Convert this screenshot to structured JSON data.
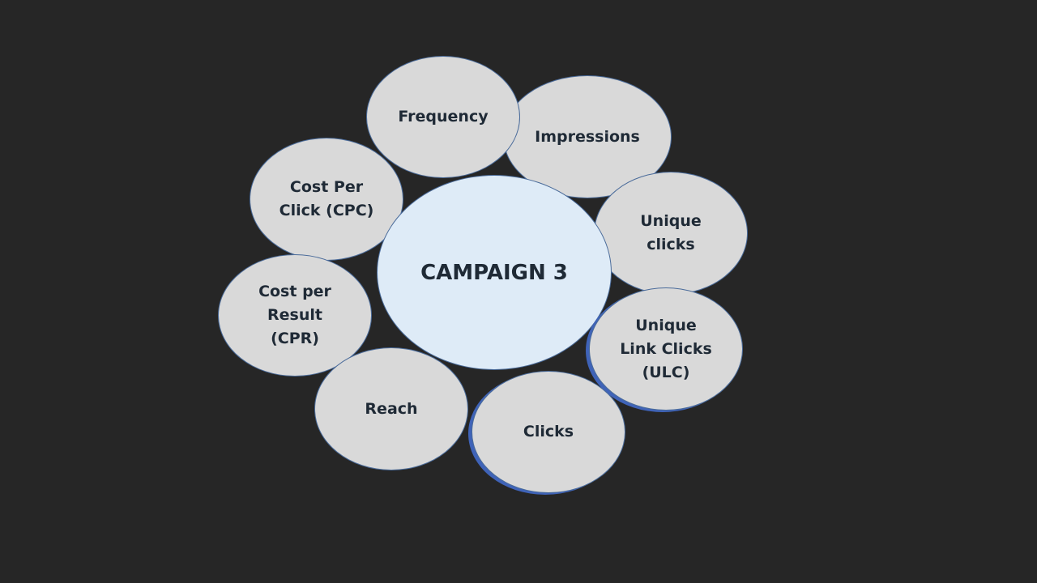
{
  "diagram": {
    "center": {
      "label": "CAMPAIGN 3"
    },
    "nodes": [
      {
        "id": "frequency",
        "label": "Frequency"
      },
      {
        "id": "impressions",
        "label": "Impressions"
      },
      {
        "id": "unique-clicks",
        "label": "Unique\nclicks"
      },
      {
        "id": "unique-link-clicks",
        "label": "Unique\nLink Clicks\n(ULC)"
      },
      {
        "id": "clicks",
        "label": "Clicks"
      },
      {
        "id": "reach",
        "label": "Reach"
      },
      {
        "id": "cost-per-result",
        "label": "Cost per\nResult\n(CPR)"
      },
      {
        "id": "cost-per-click",
        "label": "Cost Per\nClick (CPC)"
      }
    ]
  },
  "colors": {
    "background": "#262626",
    "center_fill": "#deebf7",
    "node_fill": "#d9d9d9",
    "outline": "#4a6b9a",
    "accent_shadow": "#3f63b8",
    "text": "#1f2a36"
  }
}
